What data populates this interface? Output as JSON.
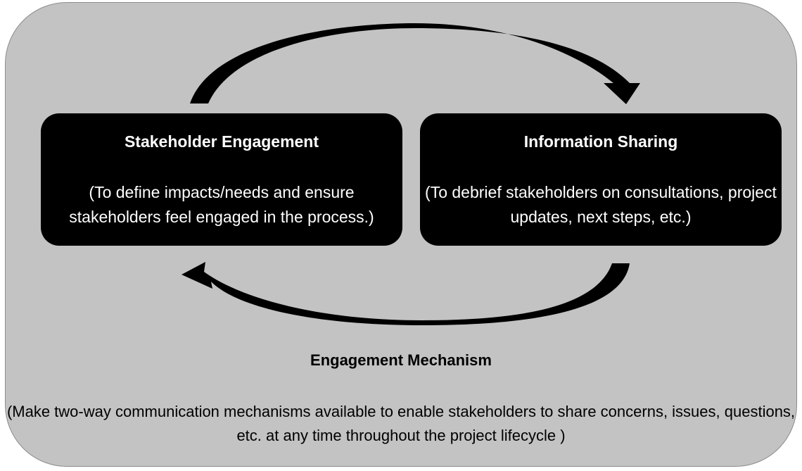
{
  "diagram": {
    "left_box": {
      "title": "Stakeholder Engagement",
      "description": "(To define impacts/needs and ensure stakeholders feel engaged in the process.)"
    },
    "right_box": {
      "title": "Information Sharing",
      "description": "(To debrief stakeholders on consultations, project updates, next steps, etc.)"
    },
    "mechanism": {
      "title": "Engagement Mechanism",
      "description": "(Make two-way communication mechanisms available to enable stakeholders to share concerns, issues, questions, etc. at any time throughout the project lifecycle )"
    },
    "colors": {
      "panel": "#c3c3c3",
      "box": "#000000",
      "box_text": "#ffffff",
      "arrow": "#000000"
    }
  }
}
